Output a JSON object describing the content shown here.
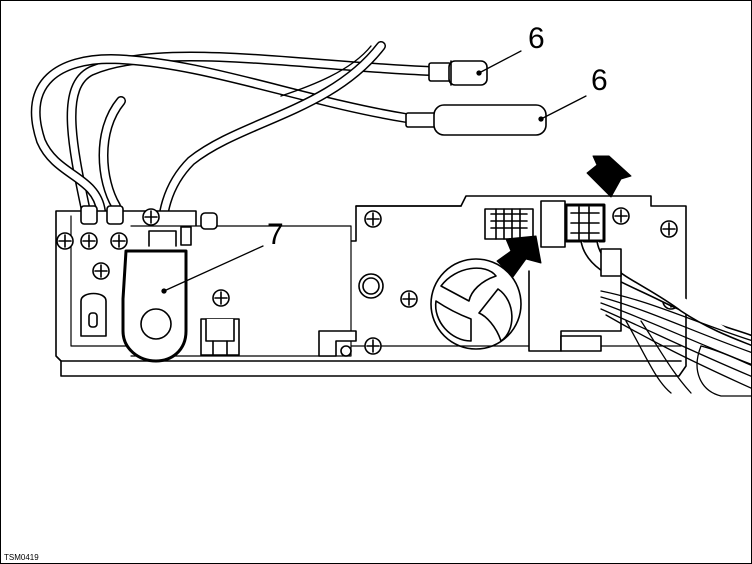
{
  "callouts": {
    "upper_6": "6",
    "lower_6": "6",
    "label_7": "7"
  },
  "figure_code": "TSM0419",
  "colors": {
    "line": "#000000",
    "background": "#ffffff",
    "arrow": "#000000"
  }
}
